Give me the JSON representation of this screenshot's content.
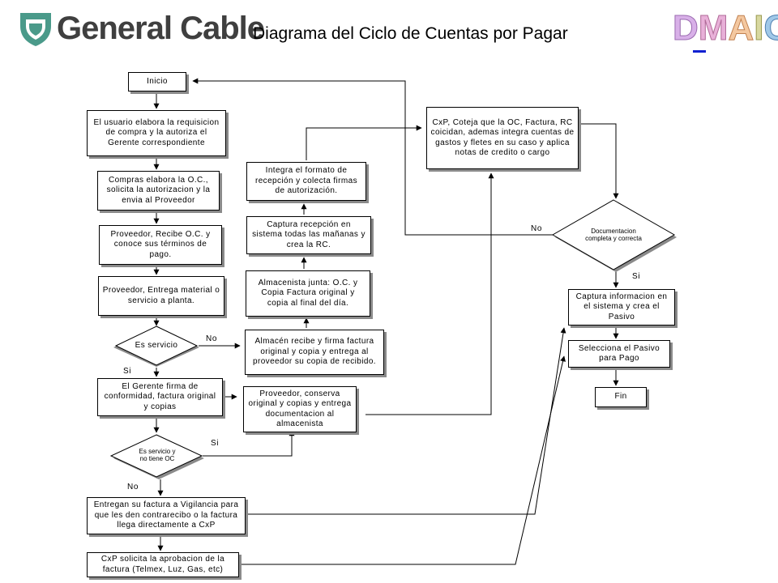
{
  "header": {
    "brand": "General Cable",
    "title": "Diagrama del Ciclo de Cuentas por Pagar",
    "dmaic_letters": [
      "D",
      "M",
      "A",
      "I",
      "C"
    ],
    "dmaic_colors": [
      "#d8b0e8",
      "#e8b0d8",
      "#f4c8a0",
      "#d8d8a0",
      "#a0c8e8"
    ],
    "logo_color": "#4a9a8a",
    "text_color": "#3f3f3f"
  },
  "nodes": {
    "inicio": "Inicio",
    "requisicion": "El usuario elabora la requisicion de compra y la autoriza el Gerente correspondiente",
    "oc": "Compras elabora la O.C., solicita la autorizacion y la envia al Proveedor",
    "proveedor_recibe": "Proveedor, Recibe O.C. y conoce sus términos de pago.",
    "proveedor_entrega": "Proveedor, Entrega material o servicio a planta.",
    "es_servicio": "Es servicio",
    "gerente_firma": "El Gerente firma de conformidad, factura original y copias",
    "es_servicio_sin_oc": "Es servicio y no tiene OC",
    "vigilancia": "Entregan su factura a Vigilancia para que les den contrarecibo o la factura llega directamente a CxP",
    "cxp_solicita": "CxP solicita la aprobacion de la factura (Telmex, Luz, Gas, etc)",
    "integra_formato": "Integra el formato de recepción y colecta firmas de autorización.",
    "captura_recepcion": "Captura recepción en sistema todas las mañanas y crea la RC.",
    "almacenista_junta": "Almacenista junta: O.C. y Copia Factura original y copia al final del día.",
    "almacen_recibe": "Almacén recibe y firma factura original y copia y entrega al proveedor su copia de recibido.",
    "proveedor_conserva": "Proveedor, conserva original y copias y entrega documentacion al almacenista",
    "cxp_coteja": "CxP, Coteja que la OC, Factura, RC coicidan, ademas integra cuentas de gastos y fletes en su caso y aplica notas de credito o cargo",
    "documentacion": "Documentacion completa y correcta",
    "captura_informacion": "Captura informacion en el sistema y crea el Pasivo",
    "selecciona_pasivo": "Selecciona el Pasivo para Pago",
    "fin": "Fin"
  },
  "labels": {
    "no_servicio": "No",
    "si_servicio": "Si",
    "si_sin_oc": "Si",
    "no_sin_oc": "No",
    "no_documentacion": "No",
    "si_documentacion": "Si"
  }
}
